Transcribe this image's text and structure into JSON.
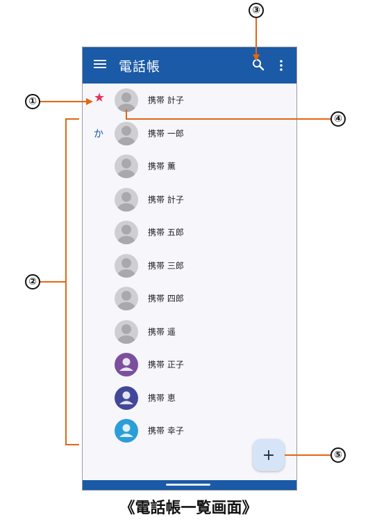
{
  "app": {
    "title": "電話帳",
    "menu_icon": "menu-icon",
    "search_icon": "search-icon",
    "more_icon": "more-vert-icon",
    "accent_color": "#1a5aa6",
    "favorite_color": "#e8305a"
  },
  "contacts": [
    {
      "section": "★",
      "name": "携帯 計子",
      "avatar": "gray-silhouette"
    },
    {
      "section": "か",
      "name": "携帯 一郎",
      "avatar": "gray-silhouette"
    },
    {
      "section": "",
      "name": "携帯 薫",
      "avatar": "gray-silhouette"
    },
    {
      "section": "",
      "name": "携帯 計子",
      "avatar": "gray-silhouette"
    },
    {
      "section": "",
      "name": "携帯 五郎",
      "avatar": "gray-silhouette"
    },
    {
      "section": "",
      "name": "携帯 三郎",
      "avatar": "gray-silhouette"
    },
    {
      "section": "",
      "name": "携帯 四郎",
      "avatar": "gray-silhouette"
    },
    {
      "section": "",
      "name": "携帯 遥",
      "avatar": "gray-silhouette"
    },
    {
      "section": "",
      "name": "携帯 正子",
      "avatar": "purple-person",
      "color": "#7b4f9e"
    },
    {
      "section": "",
      "name": "携帯 恵",
      "avatar": "indigo-person",
      "color": "#43479a"
    },
    {
      "section": "",
      "name": "携帯 幸子",
      "avatar": "blue-person",
      "color": "#2b9ed9"
    }
  ],
  "fab": {
    "label": "+",
    "icon": "add-icon"
  },
  "callouts": [
    "①",
    "②",
    "③",
    "④",
    "⑤"
  ],
  "caption": "《電話帳一覧画面》"
}
